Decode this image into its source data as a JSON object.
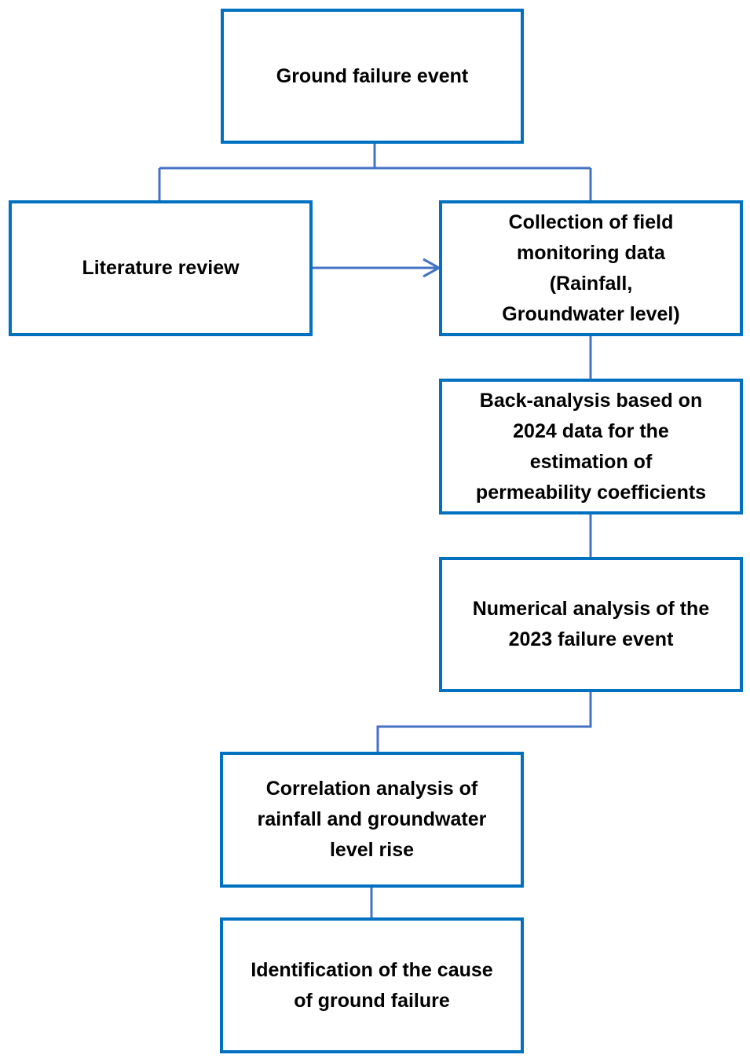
{
  "colors": {
    "box_border": "#0070C0",
    "connector": "#4472C4",
    "text": "#000000",
    "background": "#FFFFFF"
  },
  "nodes": [
    {
      "id": "ground-failure-event",
      "label": "Ground failure event"
    },
    {
      "id": "literature-review",
      "label": "Literature review"
    },
    {
      "id": "collection-field-data",
      "label": "Collection of field\nmonitoring data\n(Rainfall,\nGroundwater level)"
    },
    {
      "id": "back-analysis",
      "label": "Back-analysis based on\n2024 data for the\nestimation of\npermeability coefficients"
    },
    {
      "id": "numerical-analysis",
      "label": "Numerical analysis of the\n2023 failure event"
    },
    {
      "id": "correlation-analysis",
      "label": "Correlation analysis of\nrainfall and groundwater\nlevel rise"
    },
    {
      "id": "identification-cause",
      "label": "Identification of the cause\nof ground failure"
    }
  ],
  "edges": [
    {
      "from": "ground-failure-event",
      "to": "literature-review",
      "type": "line"
    },
    {
      "from": "ground-failure-event",
      "to": "collection-field-data",
      "type": "line"
    },
    {
      "from": "literature-review",
      "to": "collection-field-data",
      "type": "arrow"
    },
    {
      "from": "collection-field-data",
      "to": "back-analysis",
      "type": "line"
    },
    {
      "from": "back-analysis",
      "to": "numerical-analysis",
      "type": "line"
    },
    {
      "from": "numerical-analysis",
      "to": "correlation-analysis",
      "type": "line"
    },
    {
      "from": "correlation-analysis",
      "to": "identification-cause",
      "type": "line"
    }
  ]
}
